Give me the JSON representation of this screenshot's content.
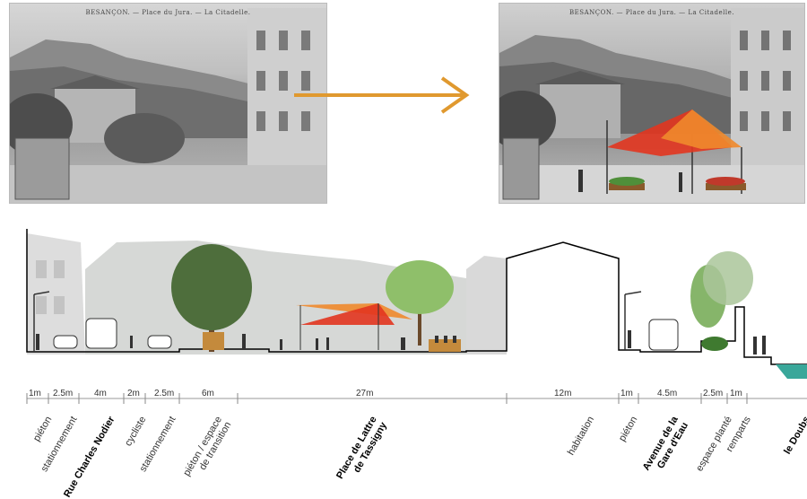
{
  "photos": {
    "before_caption": "BESANÇON. — Place du Jura. — La Citadelle.",
    "after_caption": "BESANÇON. — Place du Jura. — La Citadelle."
  },
  "colors": {
    "arrow": "#e0992f",
    "canopy_red": "#e2351f",
    "canopy_orange": "#f08a2c",
    "water": "#3aa79a"
  },
  "dimensions": [
    {
      "label": "1m"
    },
    {
      "label": "2.5m"
    },
    {
      "label": "4m"
    },
    {
      "label": "2m"
    },
    {
      "label": "2.5m"
    },
    {
      "label": "6m"
    },
    {
      "label": "27m"
    },
    {
      "label": "12m"
    },
    {
      "label": "1m"
    },
    {
      "label": "4.5m"
    },
    {
      "label": "2.5m"
    },
    {
      "label": "1m"
    }
  ],
  "zones": [
    {
      "label": "piéton",
      "bold": false
    },
    {
      "label": "stationnement",
      "bold": false
    },
    {
      "label": "Rue Charles Nodier",
      "bold": true
    },
    {
      "label": "cycliste",
      "bold": false
    },
    {
      "label": "stationnement",
      "bold": false
    },
    {
      "label": "piéton / espace",
      "line2": "de transition",
      "bold": false
    },
    {
      "label": "Place de Lattre",
      "line2": "de Tassigny",
      "bold": true
    },
    {
      "label": "habitation",
      "bold": false
    },
    {
      "label": "piéton",
      "bold": false
    },
    {
      "label": "Avenue de la",
      "line2": "Gare d'Eau",
      "bold": true
    },
    {
      "label": "espace planté",
      "bold": false
    },
    {
      "label": "remparts",
      "bold": false
    },
    {
      "label": "le Doubs",
      "bold": true
    }
  ]
}
